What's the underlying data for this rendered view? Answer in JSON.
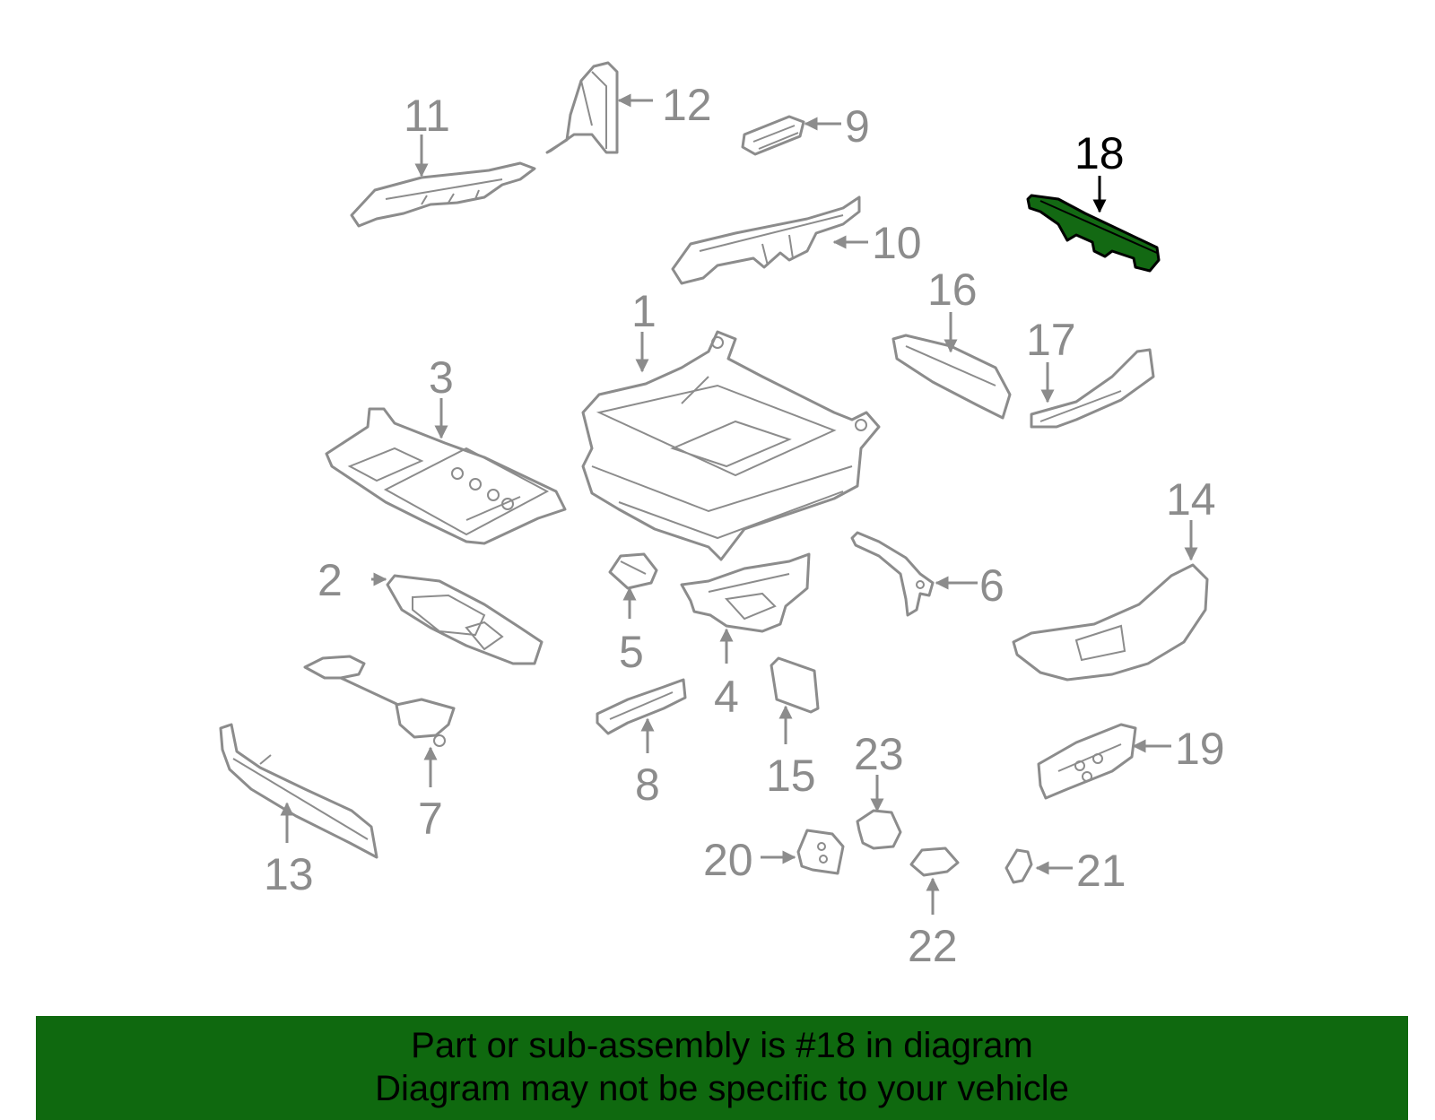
{
  "diagram": {
    "highlight_color": "#136913",
    "part_color": "#8c8c8c",
    "callouts": {
      "c1": "1",
      "c2": "2",
      "c3": "3",
      "c4": "4",
      "c5": "5",
      "c6": "6",
      "c7": "7",
      "c8": "8",
      "c9": "9",
      "c10": "10",
      "c11": "11",
      "c12": "12",
      "c13": "13",
      "c14": "14",
      "c15": "15",
      "c16": "16",
      "c17": "17",
      "c18": "18",
      "c19": "19",
      "c20": "20",
      "c21": "21",
      "c22": "22",
      "c23": "23"
    },
    "highlighted_part": "18"
  },
  "banner": {
    "color": "#0f690f",
    "line1": "Part or sub-assembly is #18 in diagram",
    "line2": "Diagram may not be specific to your vehicle"
  }
}
